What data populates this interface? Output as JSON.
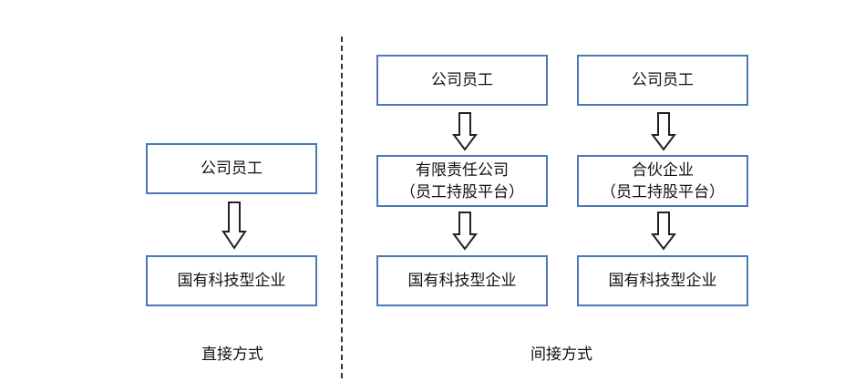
{
  "colors": {
    "box_border": "#4a78b8",
    "arrow_stroke": "#222222",
    "divider": "#333333"
  },
  "direct": {
    "top_box": "公司员工",
    "bottom_box": "国有科技型企业",
    "caption": "直接方式"
  },
  "indirect": {
    "left": {
      "top_box": "公司员工",
      "middle_box_line1": "有限责任公司",
      "middle_box_line2": "（员工持股平台）",
      "bottom_box": "国有科技型企业"
    },
    "right": {
      "top_box": "公司员工",
      "middle_box_line1": "合伙企业",
      "middle_box_line2": "（员工持股平台）",
      "bottom_box": "国有科技型企业"
    },
    "caption": "间接方式"
  }
}
